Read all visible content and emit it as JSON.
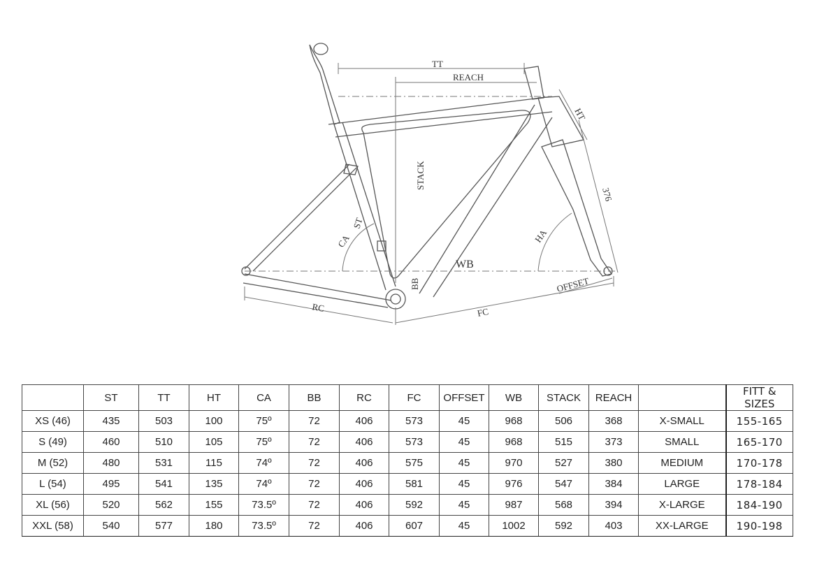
{
  "diagram": {
    "labels": {
      "tt": "TT",
      "reach": "REACH",
      "ht": "HT",
      "stack": "STACK",
      "st": "ST",
      "ca": "CA",
      "ha": "HA",
      "fork_length": "376",
      "wb": "WB",
      "bb": "BB",
      "rc": "RC",
      "fc": "FC",
      "offset": "OFFSET"
    }
  },
  "table": {
    "headers": [
      "",
      "ST",
      "TT",
      "HT",
      "CA",
      "BB",
      "RC",
      "FC",
      "OFFSET",
      "WB",
      "STACK",
      "REACH",
      "",
      "FITT & SIZES"
    ],
    "rows": [
      [
        "XS (46)",
        "435",
        "503",
        "100",
        "75º",
        "72",
        "406",
        "573",
        "45",
        "968",
        "506",
        "368",
        "X-SMALL",
        "155-165"
      ],
      [
        "S (49)",
        "460",
        "510",
        "105",
        "75º",
        "72",
        "406",
        "573",
        "45",
        "968",
        "515",
        "373",
        "SMALL",
        "165-170"
      ],
      [
        "M (52)",
        "480",
        "531",
        "115",
        "74º",
        "72",
        "406",
        "575",
        "45",
        "970",
        "527",
        "380",
        "MEDIUM",
        "170-178"
      ],
      [
        "L (54)",
        "495",
        "541",
        "135",
        "74º",
        "72",
        "406",
        "581",
        "45",
        "976",
        "547",
        "384",
        "LARGE",
        "178-184"
      ],
      [
        "XL (56)",
        "520",
        "562",
        "155",
        "73.5º",
        "72",
        "406",
        "592",
        "45",
        "987",
        "568",
        "394",
        "X-LARGE",
        "184-190"
      ],
      [
        "XXL (58)",
        "540",
        "577",
        "180",
        "73.5º",
        "72",
        "406",
        "607",
        "45",
        "1002",
        "592",
        "403",
        "XX-LARGE",
        "190-198"
      ]
    ]
  }
}
